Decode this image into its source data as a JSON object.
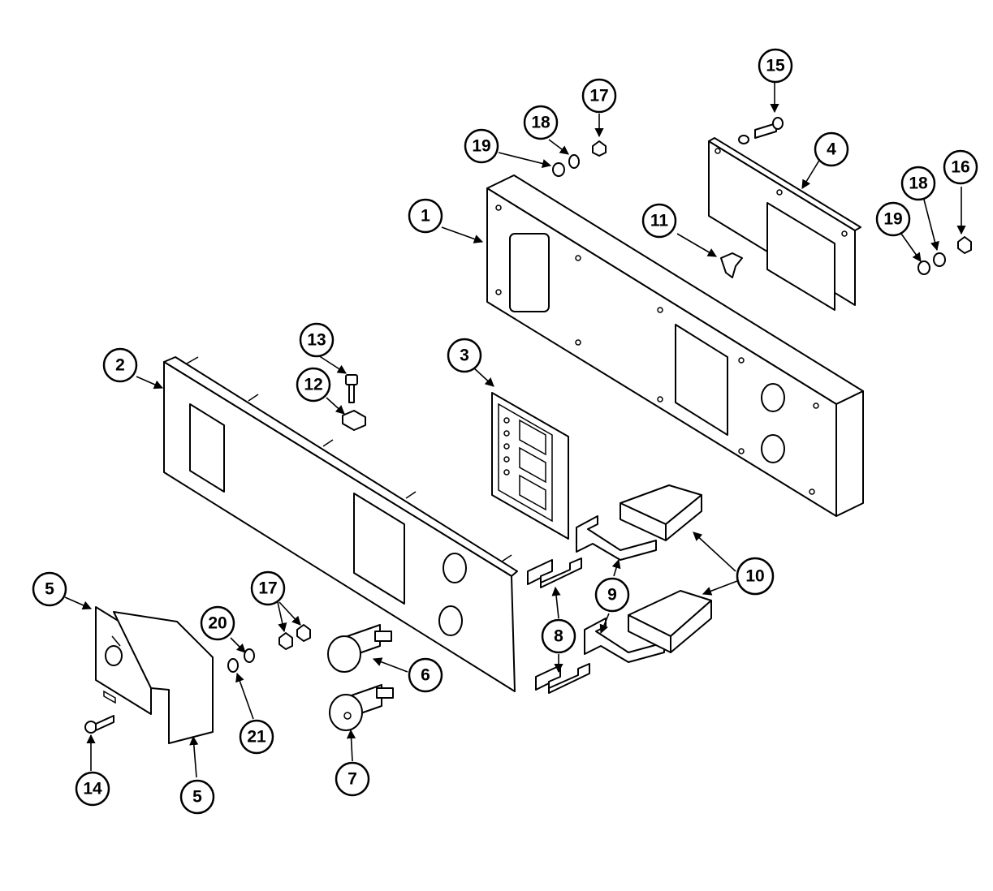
{
  "diagram": {
    "callouts": [
      "1",
      "2",
      "3",
      "4",
      "5",
      "5",
      "6",
      "7",
      "8",
      "9",
      "10",
      "11",
      "12",
      "13",
      "14",
      "15",
      "16",
      "17",
      "17",
      "18",
      "18",
      "19",
      "19",
      "20",
      "21"
    ]
  }
}
